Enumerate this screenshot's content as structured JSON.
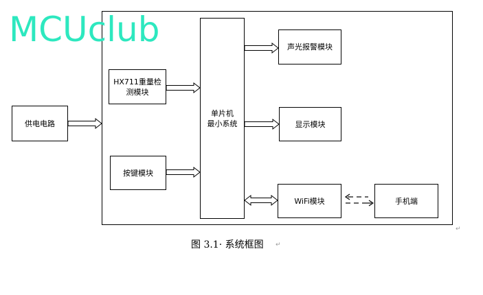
{
  "watermark": "MCUclub",
  "blocks": {
    "power": "供电电路",
    "hx711": "HX711重量检测模块",
    "keys": "按键模块",
    "mcu_line1": "单片机",
    "mcu_line2": "最小系统",
    "alarm": "声光报警模块",
    "display": "显示模块",
    "wifi": "WiFi模块",
    "phone": "手机端"
  },
  "caption": "图 3.1· 系统框图",
  "colors": {
    "watermark": "#2de8bf",
    "lines": "#000000"
  }
}
